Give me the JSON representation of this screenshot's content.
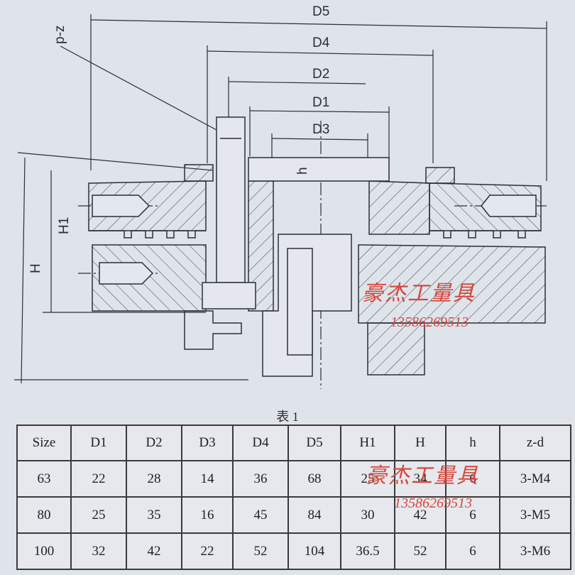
{
  "drawing": {
    "labels": {
      "d5": "D5",
      "d4": "D4",
      "d2": "D2",
      "d1": "D1",
      "d3": "D3",
      "pz": "p-z",
      "h_small": "h",
      "h1": "H1",
      "h_big": "H"
    },
    "watermark_text": "豪杰工量具",
    "watermark_phone": "13586269513"
  },
  "table": {
    "caption": "表 1",
    "headers": [
      "Size",
      "D1",
      "D2",
      "D3",
      "D4",
      "D5",
      "H1",
      "H",
      "h",
      "z-d"
    ],
    "rows": [
      [
        "63",
        "22",
        "28",
        "14",
        "36",
        "68",
        "25",
        "34",
        "6",
        "3-M4"
      ],
      [
        "80",
        "25",
        "35",
        "16",
        "45",
        "84",
        "30",
        "42",
        "6",
        "3-M5"
      ],
      [
        "100",
        "32",
        "42",
        "22",
        "52",
        "104",
        "36.5",
        "52",
        "6",
        "3-M6"
      ]
    ],
    "watermark_text": "豪杰工量具",
    "watermark_phone": "13586269513"
  },
  "colors": {
    "paper": "#dfe3ea",
    "line": "#2b2f36",
    "watermark": "#d4473b"
  }
}
